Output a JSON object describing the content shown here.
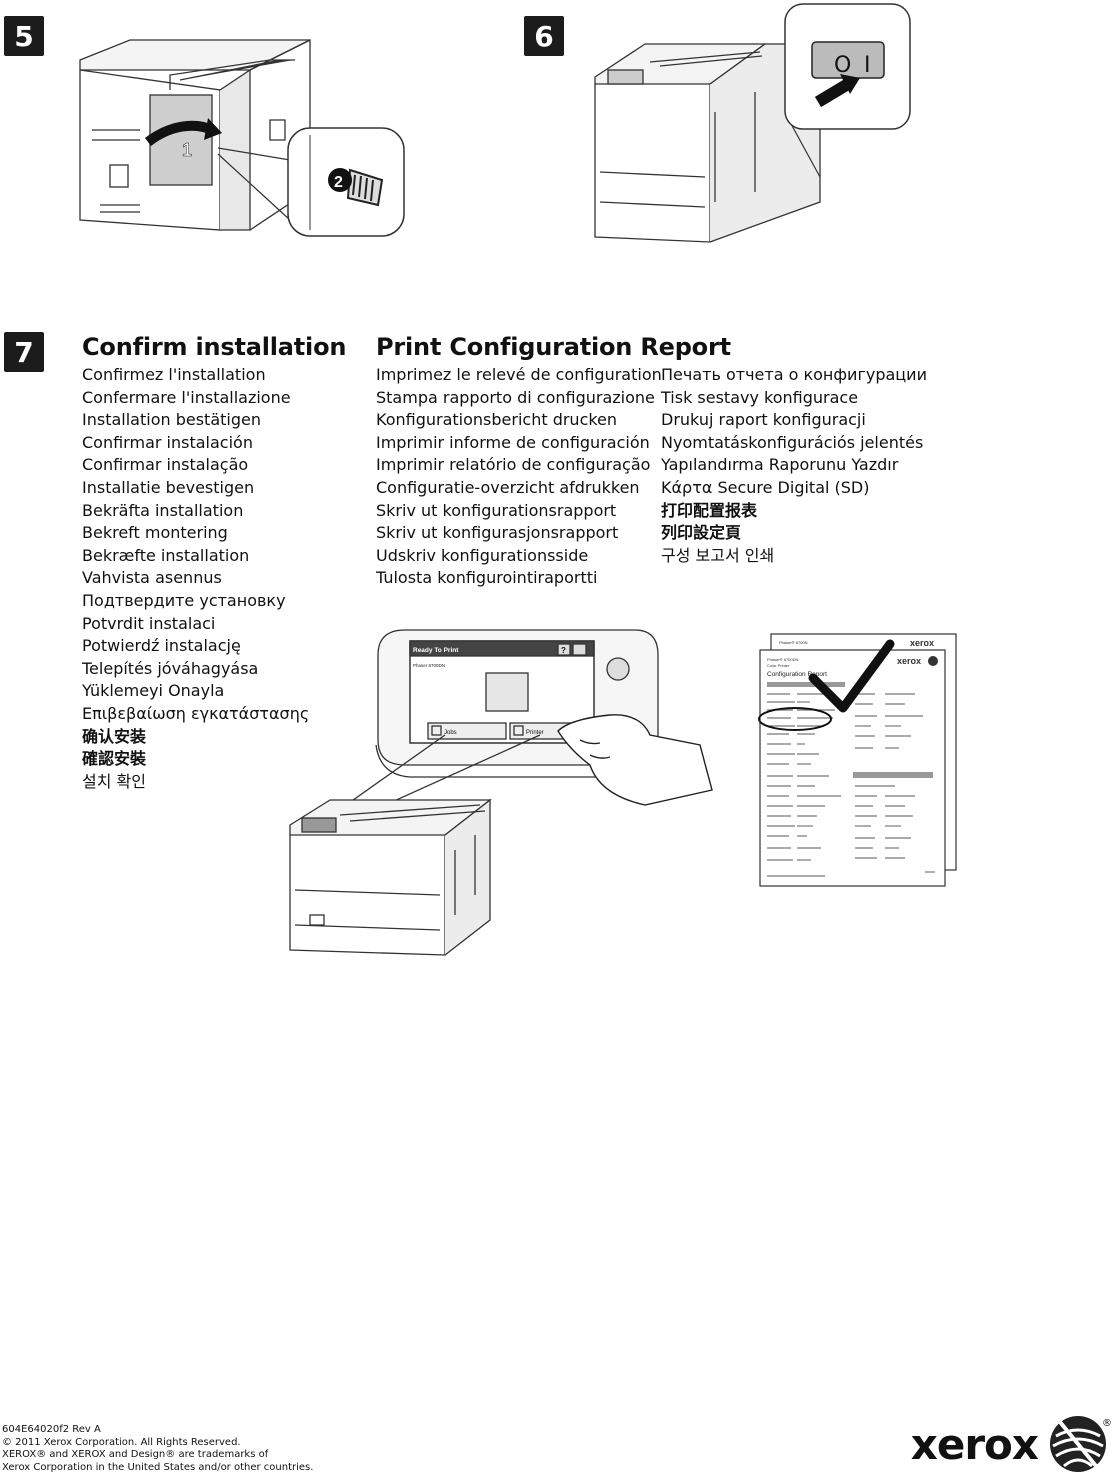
{
  "steps": {
    "step5": {
      "number": "5"
    },
    "step6": {
      "number": "6",
      "switch_on": "I",
      "switch_off": "O"
    },
    "step7": {
      "number": "7"
    }
  },
  "callouts": {
    "one": "1",
    "two": "2"
  },
  "confirm": {
    "title": "Confirm installation",
    "translations": [
      "Confirmez l'installation",
      "Confermare l'installazione",
      "Installation bestätigen",
      "Confirmar instalación",
      "Confirmar instalação",
      "Installatie bevestigen",
      "Bekräfta installation",
      "Bekreft montering",
      "Bekræfte installation",
      "Vahvista asennus",
      "Подтвердите установку",
      "Potvrdit instalaci",
      "Potwierdź instalację",
      "Telepítés jóváhagyása",
      "Yüklemeyi Onayla",
      "Επιβεβαίωση εγκατάστασης",
      "确认安装",
      "確認安裝",
      "설치 확인"
    ]
  },
  "report": {
    "title": "Print Configuration Report",
    "translations_col1": [
      "Imprimez le relevé de configuration",
      "Stampa rapporto di configurazione",
      "Konfigurationsbericht drucken",
      "Imprimir informe de configuración",
      "Imprimir relatório de configuração",
      "Configuratie-overzicht afdrukken",
      "Skriv ut konfigurationsrapport",
      "Skriv ut konfigurasjonsrapport",
      "Udskriv konfigurationsside",
      "Tulosta konfigurointiraportti"
    ],
    "translations_col2": [
      "Печать отчета о конфигурации",
      "Tisk sestavy konfigurace",
      "Drukuj raport konfiguracji",
      "Nyomtatáskonfigurációs jelentés",
      "Yapılandırma Raporunu Yazdır",
      "Κάρτα Secure Digital (SD)",
      "打印配置报表",
      "列印設定頁",
      "구성 보고서 인쇄"
    ]
  },
  "touchscreen": {
    "status": "Ready To Print",
    "model": "Phaser 6700DN",
    "help": "?",
    "jobs_button": "Jobs",
    "printer_button": "Printer"
  },
  "config_sheet": {
    "model": "Phaser® 6700DN",
    "model_short": "Phaser® 6700N",
    "subtitle": "Color Printer",
    "title": "Configuration Report",
    "brand": "xerox"
  },
  "footer": {
    "part_number": "604E64020f2 Rev A",
    "copyright": "© 2011 Xerox Corporation. All Rights Reserved.",
    "trademark1": "XEROX® and XEROX and Design® are trademarks of",
    "trademark2": "Xerox Corporation in the United States and/or other countries.",
    "logo_text": "xerox",
    "registered": "®"
  },
  "colors": {
    "text": "#111111",
    "badge": "#1c1c1c",
    "line_art": "#333333"
  }
}
